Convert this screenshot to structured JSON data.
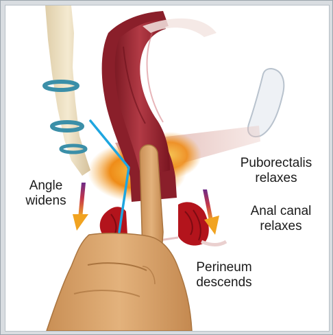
{
  "labels": {
    "angle_line1": "Angle",
    "angle_line2": "widens",
    "puborectalis_line1": "Puborectalis",
    "puborectalis_line2": "relaxes",
    "anal_canal_line1": "Anal canal",
    "anal_canal_line2": "relaxes",
    "perineum_line1": "Perineum",
    "perineum_line2": "descends"
  },
  "icons": {
    "arrows": "gradient-down-arrow",
    "line": "anorectal-angle-line"
  },
  "colors": {
    "rectum": "#9e2430",
    "sphincter": "#b3141c",
    "puborectalis": "#f2a21c",
    "finger": "#d9a770",
    "angle_line": "#1ea6e0",
    "arrow_top": "#7b2a82",
    "arrow_bottom": "#f1a320"
  }
}
